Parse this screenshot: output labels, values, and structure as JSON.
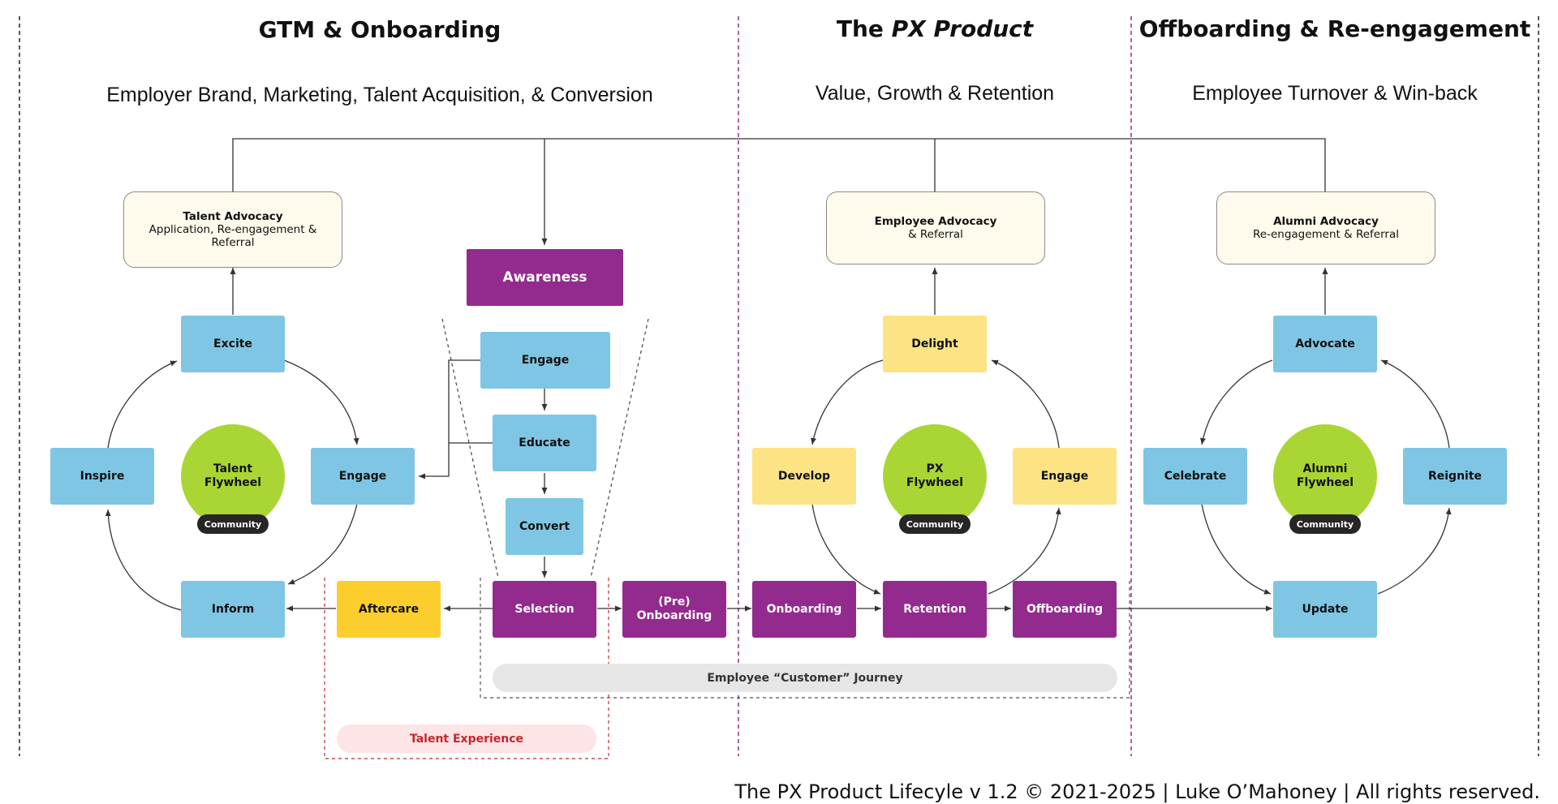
{
  "colors": {
    "blue": "#7ec6e4",
    "yellow": "#fce384",
    "gold": "#fbce2d",
    "purple": "#932b8f",
    "green": "#a9d634",
    "advocacy_fill": "#fffbec",
    "journey_bar": "#e6e6e6",
    "talent_bar": "#fde4e6",
    "talent_text": "#c8252d",
    "section_divider": "#932b8f"
  },
  "sections": {
    "gtm": {
      "title": "GTM & Onboarding",
      "subtitle": "Employer Brand, Marketing, Talent Acquisition, & Conversion"
    },
    "px": {
      "title_prefix": "The ",
      "title_emphasis": "PX Product",
      "subtitle": "Value, Growth & Retention"
    },
    "off": {
      "title": "Offboarding & Re-engagement",
      "subtitle": "Employee Turnover & Win-back"
    }
  },
  "talent": {
    "advocacy": {
      "title": "Talent Advocacy",
      "line1": "Application, Re-engagement &",
      "line2": "Referral"
    },
    "excite": "Excite",
    "inspire": "Inspire",
    "engage": "Engage",
    "inform": "Inform",
    "flywheel": "Talent\nFlywheel",
    "community": "Community"
  },
  "funnel": {
    "awareness": "Awareness",
    "engage": "Engage",
    "educate": "Educate",
    "convert": "Convert"
  },
  "journey": {
    "aftercare": "Aftercare",
    "selection": "Selection",
    "pre_onboarding": "(Pre)\nOnboarding",
    "onboarding": "Onboarding",
    "retention": "Retention",
    "offboarding": "Offboarding"
  },
  "px": {
    "advocacy": {
      "title": "Employee Advocacy",
      "line1": "& Referral"
    },
    "delight": "Delight",
    "develop": "Develop",
    "engage": "Engage",
    "flywheel": "PX\nFlywheel",
    "community": "Community"
  },
  "alumni": {
    "advocacy": {
      "title": "Alumni Advocacy",
      "line1": "Re-engagement & Referral"
    },
    "advocate": "Advocate",
    "celebrate": "Celebrate",
    "reignite": "Reignite",
    "update": "Update",
    "flywheel": "Alumni\nFlywheel",
    "community": "Community"
  },
  "bars": {
    "employee_journey": "Employee “Customer” Journey",
    "talent_experience": "Talent Experience"
  },
  "footer": "The PX Product Lifecyle v 1.2 © 2021-2025 | Luke O’Mahoney | All rights reserved."
}
